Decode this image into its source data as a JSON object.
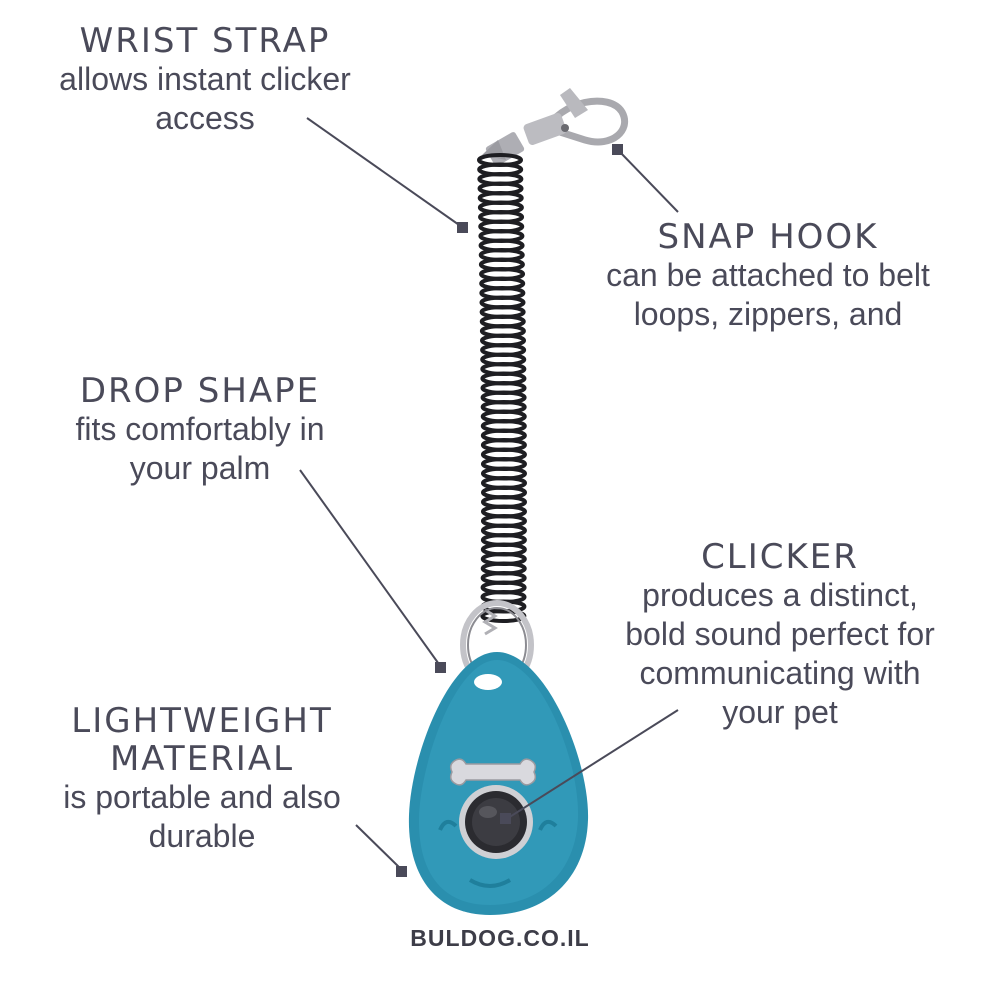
{
  "callouts": {
    "wrist_strap": {
      "title": "WRIST STRAP",
      "desc_lines": [
        "allows instant clicker",
        "access"
      ]
    },
    "snap_hook": {
      "title": "SNAP HOOK",
      "desc_lines": [
        "can be attached to belt",
        "loops, zippers, and"
      ]
    },
    "drop_shape": {
      "title": "DROP SHAPE",
      "desc_lines": [
        "fits comfortably in",
        "your palm"
      ]
    },
    "clicker": {
      "title": "CLICKER",
      "desc_lines": [
        "produces a distinct,",
        "bold sound perfect for",
        "communicating with",
        "your pet"
      ]
    },
    "lightweight": {
      "title_lines": [
        "LIGHTWEIGHT",
        "MATERIAL"
      ],
      "desc_lines": [
        "is portable and also",
        "durable"
      ]
    }
  },
  "brand": "BULDOG.CO.IL",
  "colors": {
    "text": "#4a4a59",
    "clicker_body": "#2a8fae",
    "coil": "#1e1e22",
    "metal": "#b9b9be",
    "button": "#3a3a3f"
  },
  "icons": [
    "clicker-device-illustration",
    "snap-hook-icon",
    "coil-strap-icon",
    "key-ring-icon"
  ]
}
